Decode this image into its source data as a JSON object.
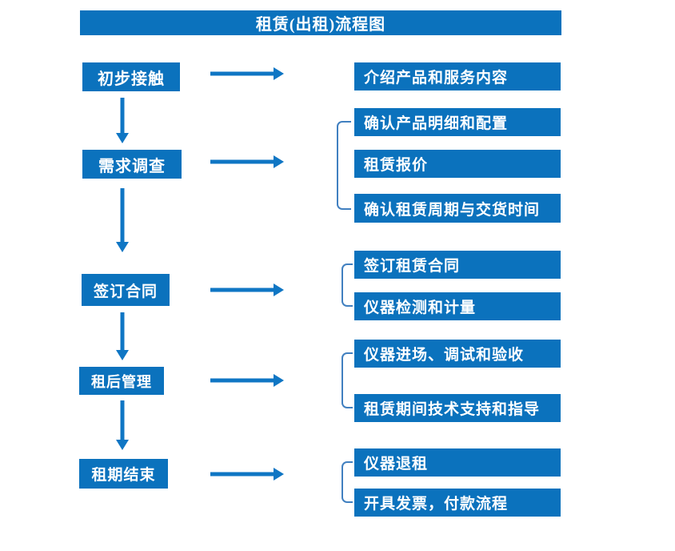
{
  "title": "租赁(出租)流程图",
  "colors": {
    "box_blue": "#0b72bd",
    "arrow_blue": "#0f76c4",
    "bracket_blue": "#4180c0",
    "text_white": "#ffffff",
    "background": "#ffffff"
  },
  "steps": [
    {
      "label": "初步接触",
      "outputs": [
        "介绍产品和服务内容"
      ]
    },
    {
      "label": "需求调查",
      "outputs": [
        "确认产品明细和配置",
        "租赁报价",
        "确认租赁周期与交货时间"
      ]
    },
    {
      "label": "签订合同",
      "outputs": [
        "签订租赁合同",
        "仪器检测和计量"
      ]
    },
    {
      "label": "租后管理",
      "outputs": [
        "仪器进场、调试和验收",
        "租赁期间技术支持和指导"
      ]
    },
    {
      "label": "租期结束",
      "outputs": [
        "仪器退租",
        "开具发票，付款流程"
      ]
    }
  ]
}
